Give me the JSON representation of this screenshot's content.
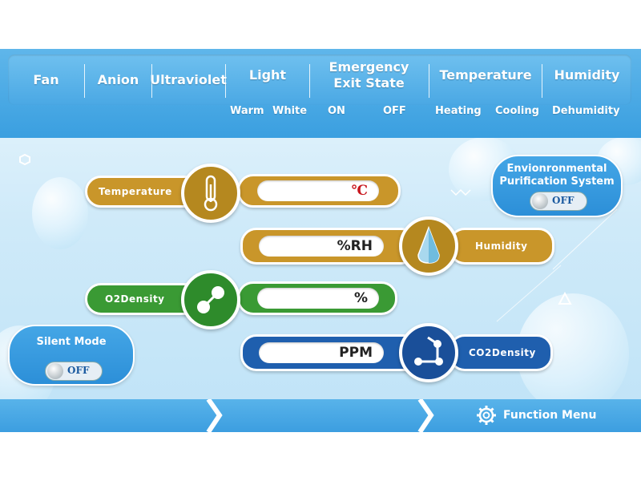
{
  "header": {
    "categories": [
      "Fan",
      "Anion",
      "Ultraviolet",
      "Light",
      "Emergency\nExit State",
      "Temperature",
      "Humidity"
    ],
    "light_options": [
      "Warm",
      "White"
    ],
    "emergency_options": [
      "ON",
      "OFF"
    ],
    "temperature_options": [
      "Heating",
      "Cooling"
    ],
    "humidity_options": [
      "Dehumidity"
    ]
  },
  "sensors": {
    "temperature": {
      "label": "Temperature",
      "unit": "℃"
    },
    "humidity": {
      "label": "Humidity",
      "unit": "%RH"
    },
    "o2": {
      "label": "O2Density",
      "unit": "%"
    },
    "co2": {
      "label": "CO2Density",
      "unit": "PPM"
    }
  },
  "environmental": {
    "title": "Envionronmental\nPurification System",
    "toggle": "OFF"
  },
  "silent_mode": {
    "title": "Silent Mode",
    "toggle": "OFF"
  },
  "footer": {
    "function_menu": "Function Menu"
  },
  "colors": {
    "temperature": "#c9962a",
    "humidity": "#c9962a",
    "o2": "#3a9a34",
    "co2": "#1f5fae",
    "header": "#4aa8e4"
  }
}
